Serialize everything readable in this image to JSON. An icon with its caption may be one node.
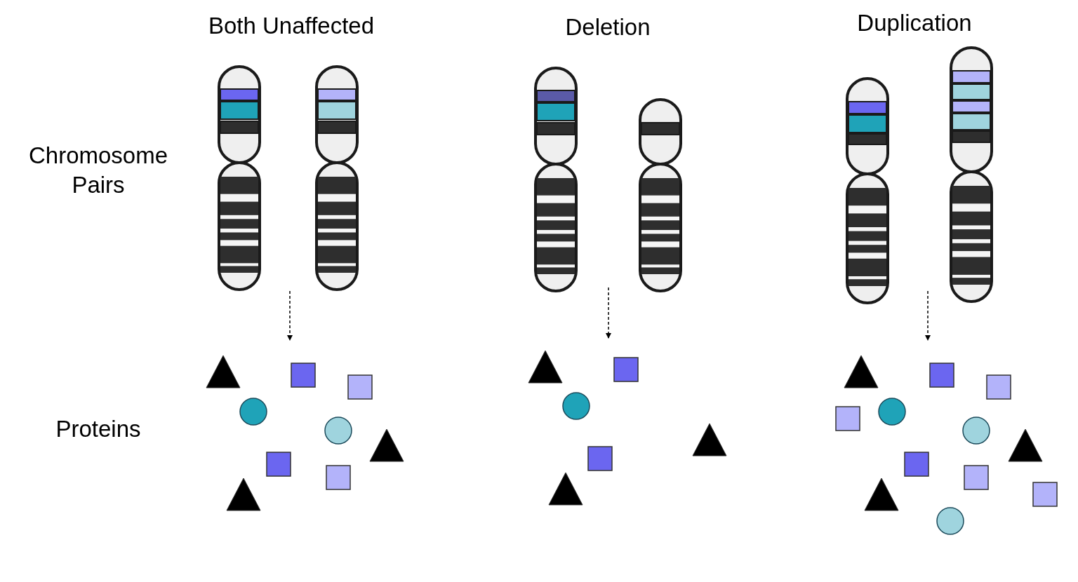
{
  "diagram": {
    "labels": [
      "Both Unaffected",
      "Deletion",
      "Duplication",
      "Chromosome Pairs",
      "Proteins"
    ]
  }
}
